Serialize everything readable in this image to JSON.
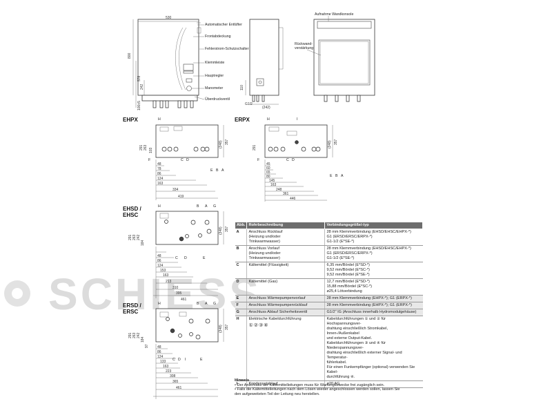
{
  "drawing": {
    "front": {
      "dims": {
        "w": "530",
        "h": "800",
        "h2": "578",
        "h3": "242",
        "foot": "100±5"
      },
      "callouts": [
        "Automatischer Entlüfter",
        "Frontabdeckung",
        "Fehlerstrom-Schutzschalter",
        "Klemmleiste",
        "Hauptregler",
        "Manometer",
        "Überdruckventil"
      ]
    },
    "side": {
      "dims": {
        "d1": "110",
        "d2": "G1/2",
        "d3": "(242)"
      }
    },
    "back": {
      "callouts": [
        "Aufnahme Wandkonsole",
        "Rückwand-\nverstärkung"
      ]
    },
    "ehpx": {
      "title": "EHPX",
      "letters": {
        "H": "H",
        "F": "F",
        "C": "C",
        "D": "D",
        "E": "E",
        "B": "B",
        "A": "A"
      },
      "dims": [
        "48",
        "78",
        "86",
        "124",
        "163",
        "334",
        "419",
        "103",
        "263",
        "291",
        "(348)",
        "357"
      ]
    },
    "erpx": {
      "title": "ERPX",
      "letters": {
        "H": "H",
        "I": "I",
        "F": "F",
        "C": "C",
        "D": "D",
        "E": "E",
        "B": "B",
        "A": "A"
      },
      "dims": [
        "45",
        "60",
        "65",
        "80",
        "145",
        "163",
        "248",
        "361",
        "446",
        "(348)",
        "357",
        "291"
      ]
    },
    "ehsd": {
      "title1": "EHSD /",
      "title2": "EHSC",
      "letters": {
        "H": "H",
        "B": "B",
        "A": "A",
        "G": "G",
        "C": "C",
        "D": "D",
        "E": "E"
      },
      "dims": [
        "48",
        "86",
        "124",
        "153",
        "163",
        "213",
        "310",
        "395",
        "461",
        "291",
        "263",
        "242",
        "184",
        "(348)",
        "357"
      ]
    },
    "ersd": {
      "title1": "ERSD /",
      "title2": "ERSC",
      "letters": {
        "H": "H",
        "B": "B",
        "A": "A",
        "G": "G",
        "C": "C",
        "D": "D",
        "E": "E",
        "I": "I"
      },
      "dims": [
        "48",
        "86",
        "124",
        "133",
        "163",
        "223",
        "308",
        "365",
        "461",
        "291",
        "263",
        "242",
        "184",
        "97",
        "(348)",
        "357"
      ]
    }
  },
  "table": {
    "headers": [
      "Abb.",
      "Rohrbeschreibung",
      "Verbindungsgröße/-typ"
    ],
    "rows": [
      {
        "k": "A",
        "desc": "Anschluss Rücklauf\n(Heizung und/oder\nTrinkwarmwasser)",
        "spec": "28 mm Klemmverbindung (EHSD/EHSC/EHPX-*)\nG1 (ERSD/ERSC/ERPX-*)\nG1-1/2 (E*SE-*)"
      },
      {
        "k": "B",
        "desc": "Anschluss Vorlauf\n(Heizung und/oder\nTrinkwarmwasser)",
        "spec": "28 mm Klemmverbindung (EHSD/EHSC/EHPX-*)\nG1 (ERSD/ERSC/ERPX-*)\nG1-1/2 (E*SE-*)"
      },
      {
        "k": "C",
        "desc": "Kältemittel (Flüssigkeit)",
        "spec": "6,35 mm/Bördel (E*SD-*)\n9,52 mm/Bördel (E*SC-*)\n9,52 mm/Bördel (E*SE-*)"
      },
      {
        "k": "D",
        "desc": "Kältemittel (Gas)",
        "spec": "12,7 mm/Bördel (E*SD-*)\n15,88 mm/Bördel (E*SC-*)\nø25,4 Lötverbindung"
      },
      {
        "k": "E",
        "desc": "Anschluss Wärmepumpenvorlauf",
        "spec": "28 mm Klemmverbindung (EHPX-*); G1 (ERPX-*)"
      },
      {
        "k": "F",
        "desc": "Anschluss Wärmepumpenrücklauf",
        "spec": "28 mm Klemmverbindung (EHPX-*); G1 (ERPX-*)"
      },
      {
        "k": "G",
        "desc": "Anschluss Ablauf Sicherheitsventil",
        "spec": "G1/2\" IG (Anschluss innerhalb Hydromodulgehäuse)"
      },
      {
        "k": "H",
        "desc": "Elektrische Kabeldurchführung",
        "spec": "Kabeldurchführungen ① und ② für Hochspannungsver-\ndrahtung einschließlich Stromkabel, Innen-/Außenkabel\nund externe Output-Kabel.\nKabeldurchführungen ③ und ④ für Niederspannungsver-\ndrahtung einschließlich externer Signal- und Temperatur-\nfühlerkabel.\nFür einen Funkempfänger (optional) verwenden Sie Kabel-\ndurchführung ④."
      },
      {
        "k": "I",
        "desc": "Kondensatablauf",
        "spec": "ø20 AG"
      }
    ]
  },
  "notes": {
    "title": "Hinweis",
    "items": [
      "Der Anschluss der Kältemittelleitungen muss für Wartungszwecke frei zugänglich sein.",
      "Falls die Kältemittelleitungen nach dem Lösen wieder angeschlossen werden sollen, lassen Sie\nden aufgeweiteten Teil der Leitung neu herstellen."
    ]
  },
  "watermark": "SCHIESS"
}
